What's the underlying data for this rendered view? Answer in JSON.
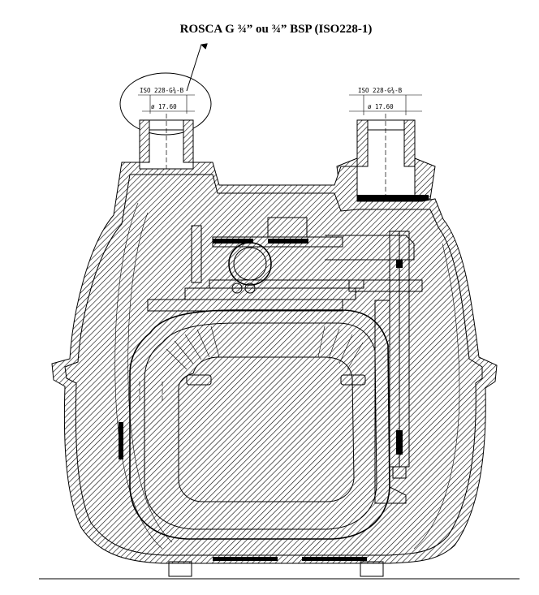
{
  "callout": {
    "text": "ROSCA G ¾” ou ¾” BSP (ISO228-1)"
  },
  "left_port": {
    "thread_label": "ISO 228-G¾-B",
    "diameter_label": "ø 17.60"
  },
  "right_port": {
    "thread_label": "ISO 228-G¾-B",
    "diameter_label": "ø 17.60"
  }
}
